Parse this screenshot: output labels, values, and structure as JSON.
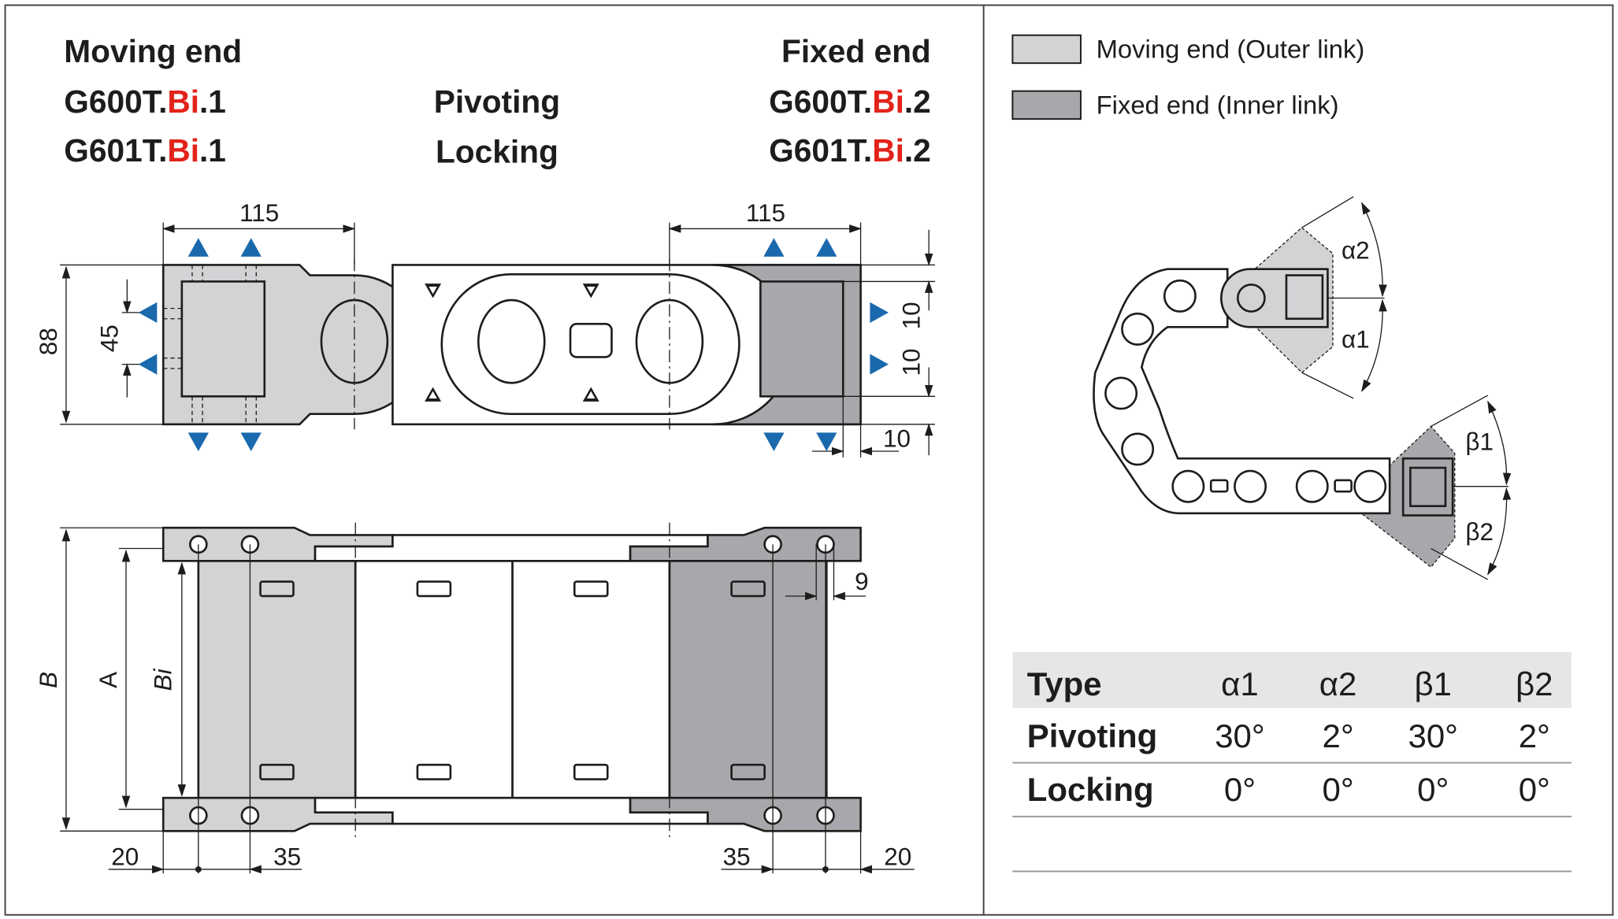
{
  "colors": {
    "moving_end_fill": "#d2d3d5",
    "fixed_end_fill": "#a6a8ab",
    "arrow_blue": "#1a69ad",
    "highlight_red": "#e2231a",
    "table_header_bg": "#e5e6e7",
    "text": "#1d1d1b"
  },
  "header": {
    "left_title": "Moving end",
    "left_code_1": {
      "prefix": "G600T.",
      "highlight": "Bi",
      "suffix": ".1"
    },
    "left_code_2": {
      "prefix": "G601T.",
      "highlight": "Bi",
      "suffix": ".1"
    },
    "center_1": "Pivoting",
    "center_2": "Locking",
    "right_title": "Fixed end",
    "right_code_1": {
      "prefix": "G600T.",
      "highlight": "Bi",
      "suffix": ".2"
    },
    "right_code_2": {
      "prefix": "G601T.",
      "highlight": "Bi",
      "suffix": ".2"
    }
  },
  "top_view_dims": {
    "left_length": "115",
    "right_length": "115",
    "height": "88",
    "hole_spacing": "45",
    "right_upper": "10",
    "right_lower": "10",
    "right_offset": "10"
  },
  "bottom_view_dims": {
    "outer_width": "B",
    "inner_width": "A",
    "inner_bi": "Bi",
    "hole_offset": "9",
    "left_edge": "20",
    "left_pitch": "35",
    "right_pitch": "35",
    "right_edge": "20"
  },
  "legend": [
    {
      "label": "Moving end (Outer link)",
      "swatch": "#d2d3d5"
    },
    {
      "label": "Fixed end (Inner link)",
      "swatch": "#a6a8ab"
    }
  ],
  "angle_labels": {
    "a2": "α2",
    "a1": "α1",
    "b1": "β1",
    "b2": "β2"
  },
  "table": {
    "headers": [
      "Type",
      "α1",
      "α2",
      "β1",
      "β2"
    ],
    "rows": [
      [
        "Pivoting",
        "30°",
        "2°",
        "30°",
        "2°"
      ],
      [
        "Locking",
        "0°",
        "0°",
        "0°",
        "0°"
      ]
    ]
  }
}
